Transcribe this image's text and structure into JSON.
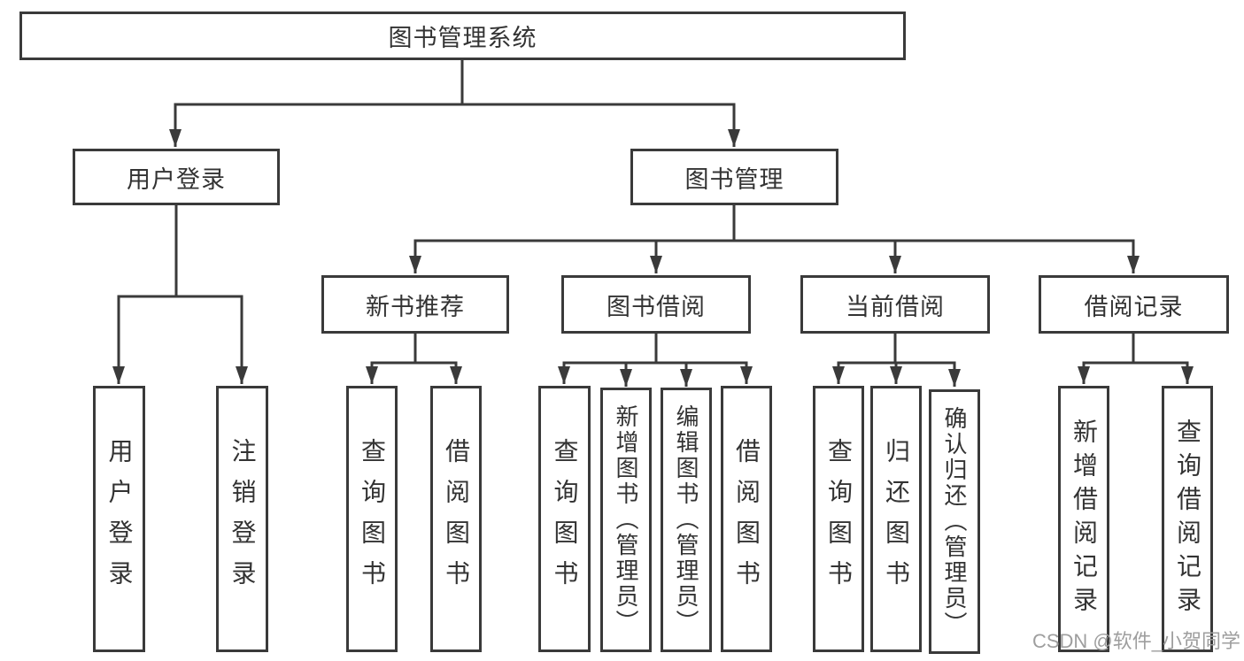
{
  "colors": {
    "line": "#3a3a3a",
    "text": "#333333",
    "background": "#ffffff",
    "watermark": "#9e9e9e"
  },
  "diagram": {
    "root": "图书管理系统",
    "level2": {
      "user_login": "用户登录",
      "book_mgmt": "图书管理"
    },
    "level3": {
      "new_book_rec": "新书推荐",
      "book_borrow": "图书借阅",
      "current_borrow": "当前借阅",
      "borrow_record": "借阅记录"
    },
    "leaves": {
      "user_login_children": {
        "login": "用户登录",
        "logout": "注销登录"
      },
      "new_book_rec_children": {
        "query_book": "查询图书",
        "borrow_book": "借阅图书"
      },
      "book_borrow_children": {
        "query_book": "查询图书",
        "add_book": "新增图书（管理员）",
        "edit_book": "编辑图书（管理员）",
        "borrow_book": "借阅图书"
      },
      "current_borrow_children": {
        "query_book": "查询图书",
        "return_book": "归还图书",
        "confirm_return": "确认归还（管理员）"
      },
      "borrow_record_children": {
        "add_record": "新增借阅记录",
        "query_record": "查询借阅记录"
      }
    }
  },
  "watermark": "CSDN @软件_小贺同学"
}
